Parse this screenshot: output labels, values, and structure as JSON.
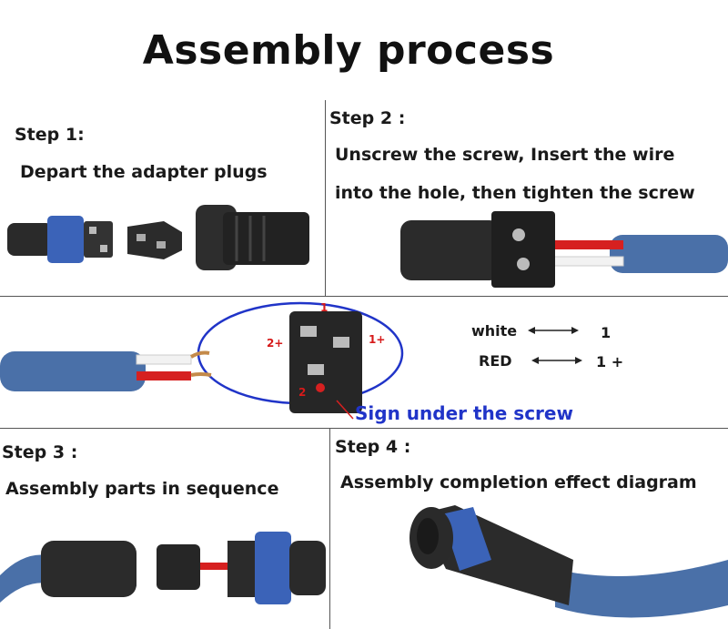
{
  "title": "Assembly process",
  "step1": {
    "heading": "Step 1:",
    "text": "Depart the  adapter plugs"
  },
  "step2": {
    "heading": "Step 2 :",
    "line1": "Unscrew the screw, Insert the wire",
    "line2": "into the hole,   then  tighten the screw"
  },
  "wiring": {
    "pins": {
      "p1": "1",
      "p1plus": "1+",
      "p2plus": "2+",
      "p2": "2"
    },
    "legend": [
      {
        "wire": "white",
        "pin": "1"
      },
      {
        "wire": "RED",
        "pin": "1 +"
      }
    ],
    "sign": "Sign under the screw"
  },
  "step3": {
    "heading": "Step 3 :",
    "text": "Assembly parts in sequence"
  },
  "step4": {
    "heading": "Step 4 :",
    "text": "Assembly completion effect diagram"
  },
  "colors": {
    "cable_blue": "#4a70a8",
    "ring_blue": "#3b63b8",
    "wire_red": "#d62020",
    "sign_blue": "#2034c8"
  },
  "icons": [
    "double-arrow-icon"
  ]
}
